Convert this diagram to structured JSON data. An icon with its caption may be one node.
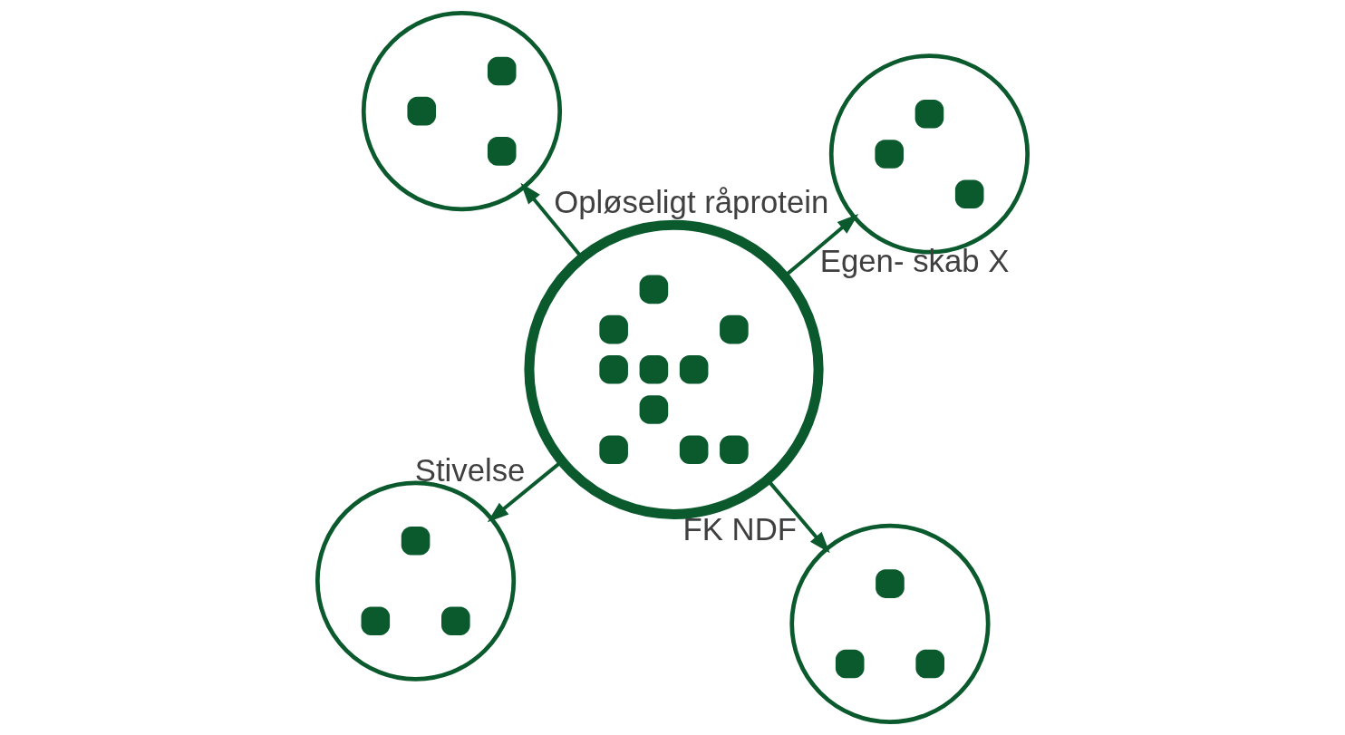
{
  "diagram": {
    "nodes": [
      {
        "text": [],
        "shape": "circle"
      },
      {
        "text": [],
        "shape": "circle"
      },
      {
        "text": [],
        "shape": "circle"
      },
      {
        "text": [],
        "shape": "circle"
      },
      {
        "text": [],
        "shape": "circle"
      }
    ],
    "edges": [
      {
        "from": 2,
        "to": 0,
        "arrow": "to",
        "label": "Stivelse"
      },
      {
        "from": 2,
        "to": 1,
        "arrow": "to",
        "label": "FK NDF"
      },
      {
        "from": 2,
        "to": 3,
        "arrow": "to",
        "label": "Opløseligt råprotein"
      },
      {
        "from": 2,
        "to": 4,
        "arrow": "to",
        "label": "Egen- skab X"
      }
    ]
  }
}
